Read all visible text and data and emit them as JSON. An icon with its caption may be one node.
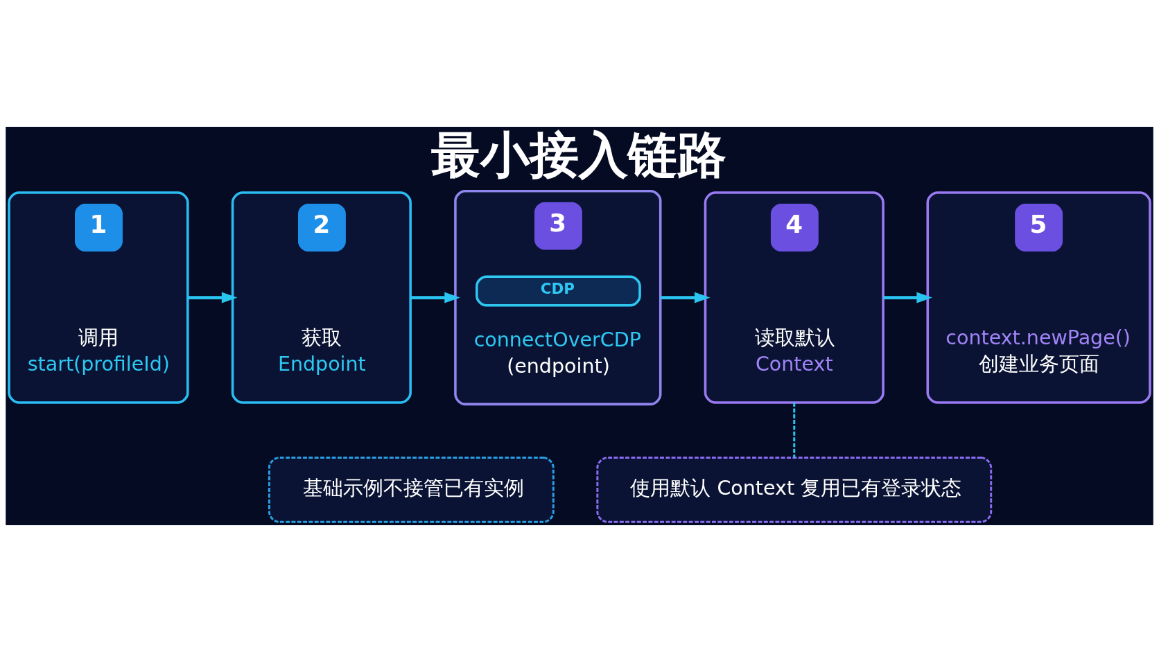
{
  "diagram": {
    "title": "最小接入链路",
    "nodes": [
      {
        "text": [
          "1",
          "调用",
          "start(profileId)"
        ]
      },
      {
        "text": [
          "2",
          "获取",
          "Endpoint"
        ]
      },
      {
        "text": [
          "3",
          "CDP",
          "connectOverCDP",
          "(endpoint)"
        ]
      },
      {
        "text": [
          "4",
          "读取默认",
          "Context"
        ]
      },
      {
        "text": [
          "5",
          "context.newPage()",
          "创建业务页面"
        ]
      },
      {
        "text": [
          "基础示例不接管已有实例"
        ]
      },
      {
        "text": [
          "使用默认 Context 复用已有登录状态"
        ]
      }
    ],
    "edges": [
      {
        "from": 0,
        "to": 1,
        "arrow": "to"
      },
      {
        "from": 1,
        "to": 2,
        "arrow": "to"
      },
      {
        "from": 2,
        "to": 3,
        "arrow": "to"
      },
      {
        "from": 3,
        "to": 4,
        "arrow": "to"
      },
      {
        "from": 3,
        "to": 6,
        "arrow": "none",
        "style": "dashed"
      }
    ]
  }
}
